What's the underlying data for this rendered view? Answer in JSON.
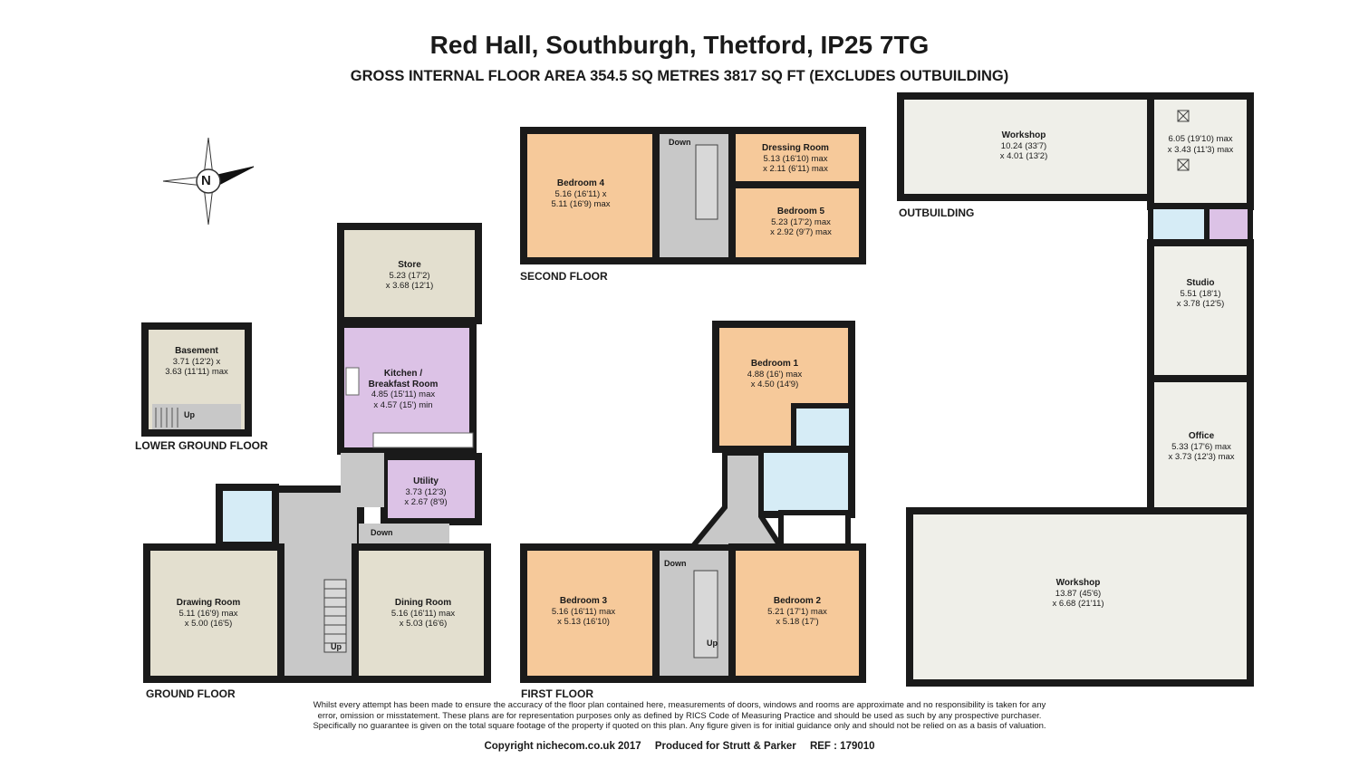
{
  "title": "Red Hall, Southburgh, Thetford, IP25 7TG",
  "subtitle": "GROSS INTERNAL FLOOR AREA 354.5 SQ METRES 3817 SQ FT (EXCLUDES OUTBUILDING)",
  "floors": {
    "lower_ground": "LOWER GROUND FLOOR",
    "ground": "GROUND FLOOR",
    "first": "FIRST FLOOR",
    "second": "SECOND FLOOR",
    "outbuilding": "OUTBUILDING"
  },
  "rooms": {
    "basement": {
      "name": "Basement",
      "l1": "3.71 (12'2) x",
      "l2": "3.63 (11'11) max"
    },
    "store": {
      "name": "Store",
      "l1": "5.23 (17'2)",
      "l2": "x 3.68 (12'1)"
    },
    "kitchen": {
      "name1": "Kitchen /",
      "name2": "Breakfast Room",
      "l1": "4.85 (15'11) max",
      "l2": "x 4.57 (15') min"
    },
    "utility": {
      "name": "Utility",
      "l1": "3.73 (12'3)",
      "l2": "x 2.67 (8'9)"
    },
    "drawing": {
      "name": "Drawing Room",
      "l1": "5.11 (16'9) max",
      "l2": "x 5.00 (16'5)"
    },
    "dining": {
      "name": "Dining Room",
      "l1": "5.16 (16'11) max",
      "l2": "x 5.03 (16'6)"
    },
    "bedroom4": {
      "name": "Bedroom 4",
      "l1": "5.16 (16'11) x",
      "l2": "5.11 (16'9) max"
    },
    "dressing": {
      "name": "Dressing Room",
      "l1": "5.13 (16'10) max",
      "l2": "x 2.11 (6'11) max"
    },
    "bedroom5": {
      "name": "Bedroom 5",
      "l1": "5.23 (17'2) max",
      "l2": "x 2.92 (9'7) max"
    },
    "bedroom1": {
      "name": "Bedroom 1",
      "l1": "4.88 (16') max",
      "l2": "x 4.50 (14'9)"
    },
    "bedroom3": {
      "name": "Bedroom 3",
      "l1": "5.16 (16'11) max",
      "l2": "x 5.13 (16'10)"
    },
    "bedroom2": {
      "name": "Bedroom 2",
      "l1": "5.21 (17'1) max",
      "l2": "x 5.18 (17')"
    },
    "workshop_top": {
      "name": "Workshop",
      "l1": "10.24 (33'7)",
      "l2": "x 4.01 (13'2)"
    },
    "store_out": {
      "l1": "6.05 (19'10) max",
      "l2": "x 3.43 (11'3) max"
    },
    "studio": {
      "name": "Studio",
      "l1": "5.51 (18'1)",
      "l2": "x 3.78 (12'5)"
    },
    "office": {
      "name": "Office",
      "l1": "5.33 (17'6) max",
      "l2": "x 3.73 (12'3) max"
    },
    "workshop_big": {
      "name": "Workshop",
      "l1": "13.87 (45'6)",
      "l2": "x 6.68 (21'11)"
    }
  },
  "stair_labels": {
    "basement_up": "Up",
    "ground_up": "Up",
    "ground_down": "Down",
    "first_down": "Down",
    "first_up": "Up",
    "second_down": "Down"
  },
  "compass_letter": "N",
  "disclaimer": [
    "Whilst every attempt has been made to ensure the accuracy of the floor plan contained here, measurements of doors, windows and rooms are approximate and no responsibility is taken for any",
    "error, omission or misstatement. These plans are for representation purposes only as defined by RICS Code of Measuring Practice and should be used as such by any prospective purchaser.",
    "Specifically no guarantee is given on the total square footage of the property if quoted on this plan. Any figure given is for initial guidance only and should not be relied on as a basis of valuation."
  ],
  "copyright": {
    "left": "Copyright nichecom.co.uk 2017",
    "middle": "Produced for Strutt & Parker",
    "right": "REF : 179010"
  },
  "colors": {
    "wall": "#1a1a1a",
    "reception": "#e3dfcf",
    "bedroom": "#f6c99a",
    "kitchen": "#dcc2e6",
    "bathroom": "#d6ecf6",
    "hall": "#c8c8c8",
    "outbuilding": "#efefe9"
  }
}
